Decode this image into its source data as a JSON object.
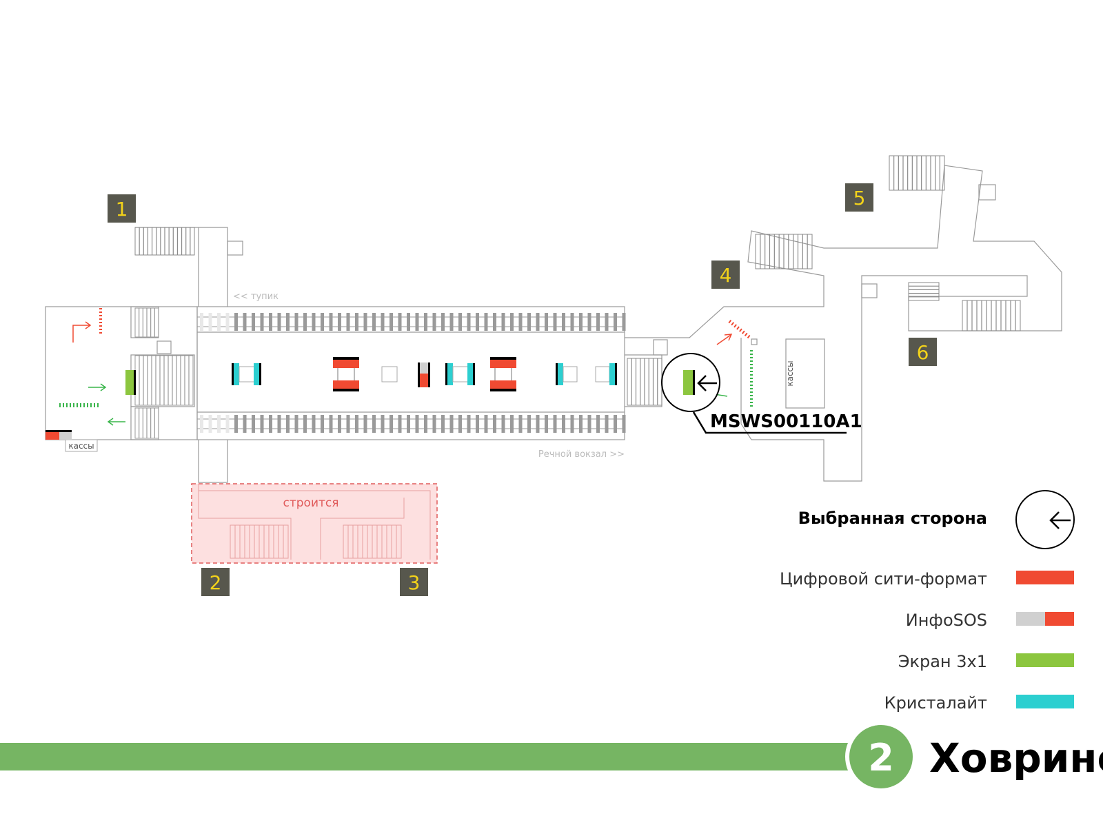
{
  "station": {
    "line_number": "2",
    "name": "Ховрино",
    "line_color": "#76b563"
  },
  "exits": [
    "1",
    "2",
    "3",
    "4",
    "5",
    "6"
  ],
  "labels": {
    "dead_end": "<< тупик",
    "direction": "Речной вокзал >>",
    "ticket_office_left": "кассы",
    "ticket_office_right": "кассы",
    "construction": "строится"
  },
  "selected_screen": {
    "id": "MSWS00110A1",
    "side_icon": "arrow-left-icon"
  },
  "legend": {
    "title": "Выбранная сторона",
    "items": [
      {
        "label": "Цифровой сити-формат",
        "colors": [
          "#f04a32",
          "#f04a32"
        ]
      },
      {
        "label": "ИнфоSOS",
        "colors": [
          "#d0d0d0",
          "#f04a32"
        ]
      },
      {
        "label": "Экран 3х1",
        "colors": [
          "#8cc63f",
          "#8cc63f"
        ]
      },
      {
        "label": "Кристалайт",
        "colors": [
          "#2ccfd0",
          "#2ccfd0"
        ]
      }
    ]
  },
  "colors": {
    "city_format": "#f04a32",
    "info_sos_grey": "#d0d0d0",
    "screen_3x1": "#8cc63f",
    "crystalite": "#2ccfd0",
    "exit_badge": "#57574d",
    "exit_number": "#f2d21a",
    "construction_fill": "#fde0e0",
    "construction_stroke": "#e05a5a"
  }
}
